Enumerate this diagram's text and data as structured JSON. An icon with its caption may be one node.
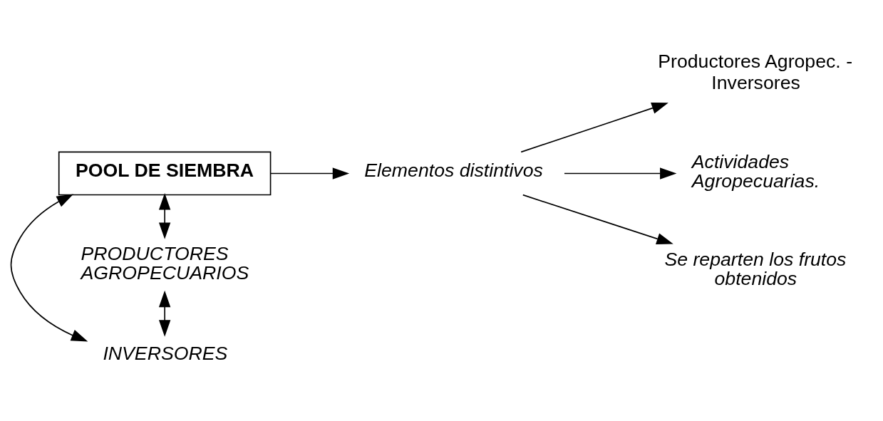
{
  "diagram": {
    "nodes": [
      {
        "text": [
          "POOL DE SIEMBRA"
        ]
      },
      {
        "text": [
          "Elementos distintivos"
        ]
      },
      {
        "text": [
          "Productores Agropec. - Inversores"
        ]
      },
      {
        "text": [
          "Actividades Agropecuarias."
        ]
      },
      {
        "text": [
          "Se reparten los frutos obtenidos"
        ]
      },
      {
        "text": [
          "PRODUCTORES AGROPECUARIOS"
        ]
      },
      {
        "text": [
          "INVERSORES"
        ]
      }
    ],
    "edges": [
      {
        "from": 0,
        "to": 1,
        "arrow": "to"
      },
      {
        "from": 1,
        "to": 2,
        "arrow": "to"
      },
      {
        "from": 1,
        "to": 3,
        "arrow": "to"
      },
      {
        "from": 1,
        "to": 4,
        "arrow": "to"
      },
      {
        "from": 0,
        "to": 5,
        "arrow": "both"
      },
      {
        "from": 5,
        "to": 6,
        "arrow": "both"
      },
      {
        "from": 0,
        "to": 6,
        "arrow": "both"
      }
    ]
  }
}
